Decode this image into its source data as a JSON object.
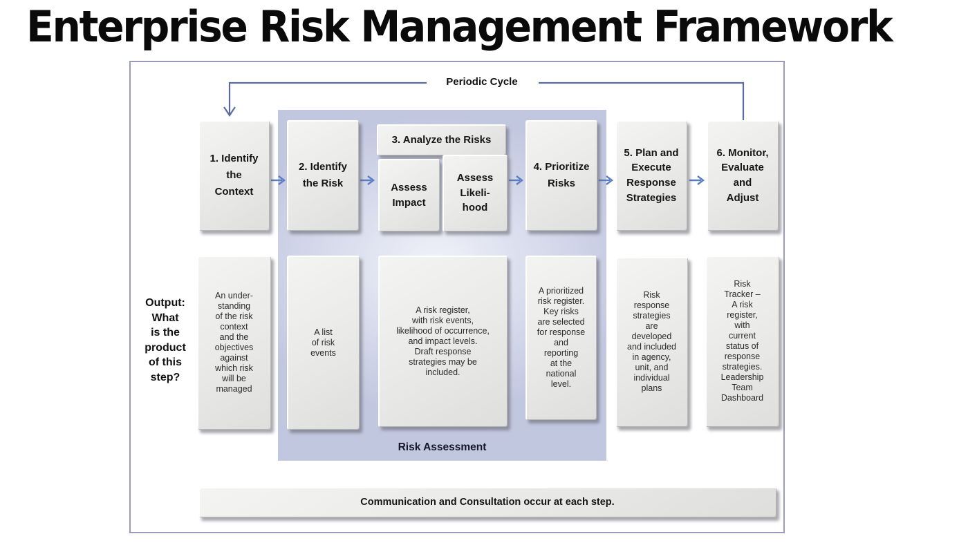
{
  "title": "Enterprise Risk Management Framework",
  "periodic_cycle": {
    "label": "Periodic Cycle"
  },
  "risk_assessment": {
    "label": "Risk Assessment"
  },
  "output_question": {
    "label": "Output:\nWhat\nis the\nproduct\nof this\nstep?"
  },
  "communication_bar": {
    "label": "Communication and Consultation occur at each step."
  },
  "colors": {
    "arrow_blue": "#5b7dc2",
    "cycle_line": "#5a6b9d",
    "container_lavender": "#c6cbe2",
    "box_gray": "#e9e9e7",
    "frame_border": "#9a9abb"
  },
  "steps": {
    "step1": {
      "label": "1. Identify\nthe\nContext"
    },
    "step2": {
      "label": "2. Identify\nthe Risk"
    },
    "step3": {
      "header": "3. Analyze the Risks",
      "sub1": "Assess\nImpact",
      "sub2": "Assess\nLikeli-\nhood"
    },
    "step4": {
      "label": "4. Prioritize\nRisks"
    },
    "step5": {
      "label": "5. Plan and\nExecute\nResponse\nStrategies"
    },
    "step6": {
      "label": "6. Monitor,\nEvaluate\nand\nAdjust"
    }
  },
  "outputs": {
    "output1": "An under-\nstanding\nof the risk\ncontext\nand the\nobjectives\nagainst\nwhich risk\nwill be\nmanaged",
    "output2": "A list\nof risk\nevents",
    "output3": "A risk register,\nwith risk events,\nlikelihood of occurrence,\nand impact levels.\nDraft response\nstrategies may be\nincluded.",
    "output4": "A prioritized\nrisk register.\nKey risks\nare selected\nfor response\nand\nreporting\nat the\nnational\nlevel.",
    "output5": "Risk\nresponse\nstrategies\nare\ndeveloped\nand included\nin agency,\nunit, and\nindividual\nplans",
    "output6": "Risk\nTracker –\nA risk\nregister,\nwith\ncurrent\nstatus of\nresponse\nstrategies.\nLeadership\nTeam\nDashboard"
  }
}
